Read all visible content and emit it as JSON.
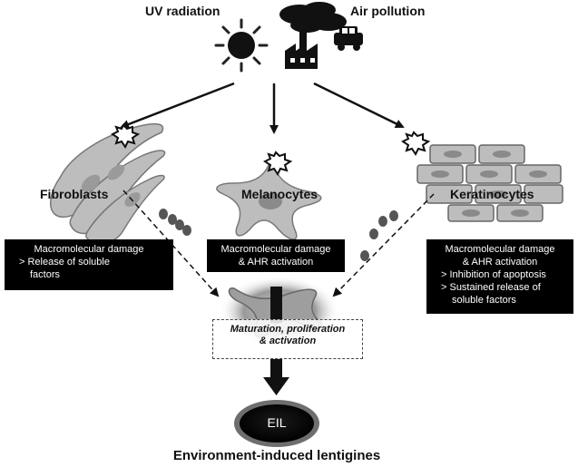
{
  "sources": {
    "uv": "UV radiation",
    "pollution": "Air pollution"
  },
  "cells": {
    "fibroblasts": "Fibroblasts",
    "melanocytes": "Melanocytes",
    "keratinocytes": "Keratinocytes"
  },
  "boxes": {
    "fibroblasts": {
      "line1": "Macromolecular damage",
      "line2": "> Release of soluble",
      "line3": "factors"
    },
    "melanocytes": {
      "line1": "Macromolecular damage",
      "line2": "& AHR activation"
    },
    "keratinocytes": {
      "line1": "Macromolecular damage",
      "line2": "& AHR activation",
      "line3": "> Inhibition of apoptosis",
      "line4": "> Sustained release of",
      "line5": "soluble factors"
    }
  },
  "maturation": {
    "line1": "Maturation, proliferation",
    "line2": "& activation"
  },
  "eil": {
    "label": "EIL",
    "caption": "Environment-induced lentigines"
  },
  "colors": {
    "ink": "#111111",
    "cell_fill": "#bdbdbd",
    "dark_cell": "#555555"
  }
}
